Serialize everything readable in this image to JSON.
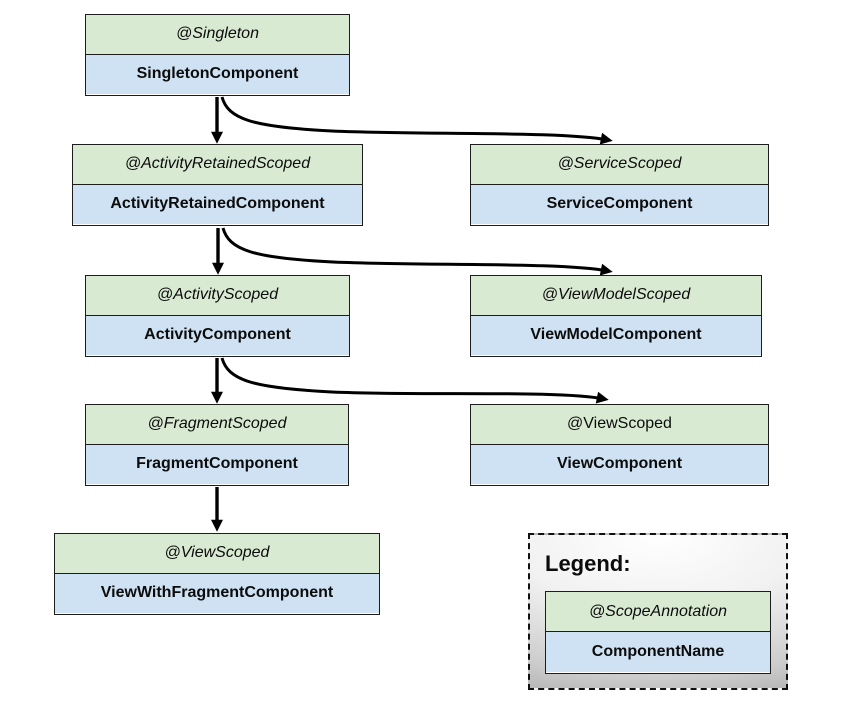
{
  "diagram": {
    "title_hint": "Hilt component hierarchy",
    "colors": {
      "annotation_bg": "#d9ead3",
      "component_bg": "#cfe2f3",
      "node_border": "#1d1d1d",
      "arrow": "#000000",
      "legend_border": "#111111",
      "legend_gradient_top": "#ffffff",
      "legend_gradient_bottom": "#9c9c9c"
    },
    "boxes": [
      {
        "annotation": "@Singleton",
        "component": "SingletonComponent"
      },
      {
        "annotation": "@ActivityRetainedScoped",
        "component": "ActivityRetainedComponent"
      },
      {
        "annotation": "@ServiceScoped",
        "component": "ServiceComponent"
      },
      {
        "annotation": "@ActivityScoped",
        "component": "ActivityComponent"
      },
      {
        "annotation": "@ViewModelScoped",
        "component": "ViewModelComponent"
      },
      {
        "annotation": "@FragmentScoped",
        "component": "FragmentComponent"
      },
      {
        "annotation": "@ViewScoped",
        "component": "ViewComponent"
      },
      {
        "annotation": "@ViewScoped",
        "component": "ViewWithFragmentComponent"
      }
    ],
    "edges": [
      {
        "from": "SingletonComponent",
        "to": "ActivityRetainedComponent"
      },
      {
        "from": "SingletonComponent",
        "to": "ServiceComponent"
      },
      {
        "from": "ActivityRetainedComponent",
        "to": "ActivityComponent"
      },
      {
        "from": "ActivityRetainedComponent",
        "to": "ViewModelComponent"
      },
      {
        "from": "ActivityComponent",
        "to": "FragmentComponent"
      },
      {
        "from": "ActivityComponent",
        "to": "ViewComponent"
      },
      {
        "from": "FragmentComponent",
        "to": "ViewWithFragmentComponent"
      }
    ],
    "legend": {
      "title": "Legend:",
      "annotation": "@ScopeAnnotation",
      "component": "ComponentName"
    }
  }
}
